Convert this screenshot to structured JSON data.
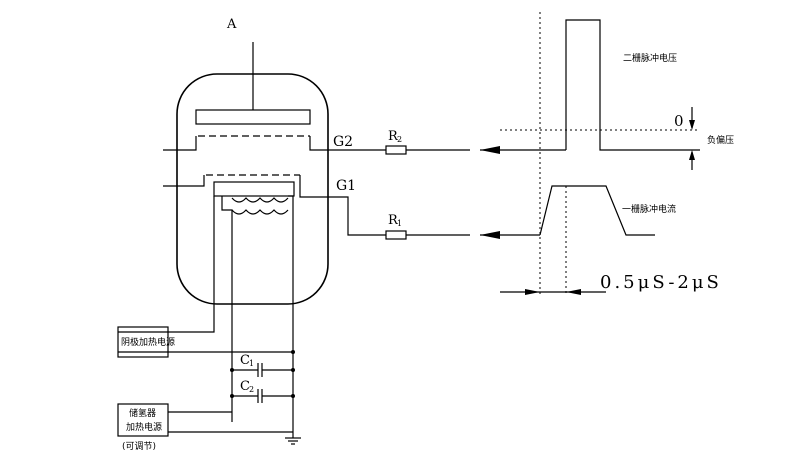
{
  "labels": {
    "anode": "A",
    "g2": "G2",
    "g1": "G1",
    "r2_main": "R",
    "r2_sub": "2",
    "r1_main": "R",
    "r1_sub": "1",
    "c1_main": "C",
    "c1_sub": "1",
    "c2_main": "C",
    "c2_sub": "2",
    "pulse_voltage": "二栅脉冲电压",
    "pulse_current": "一栅脉冲电流",
    "zero": "0",
    "neg_bias": "负偏压",
    "time_range": "0.5μS-2μS",
    "cathode_supply": "阴极加热电源",
    "reservoir_line1": "储氢器",
    "reservoir_line2": "加热电源",
    "adjustable": "(可调节)"
  }
}
